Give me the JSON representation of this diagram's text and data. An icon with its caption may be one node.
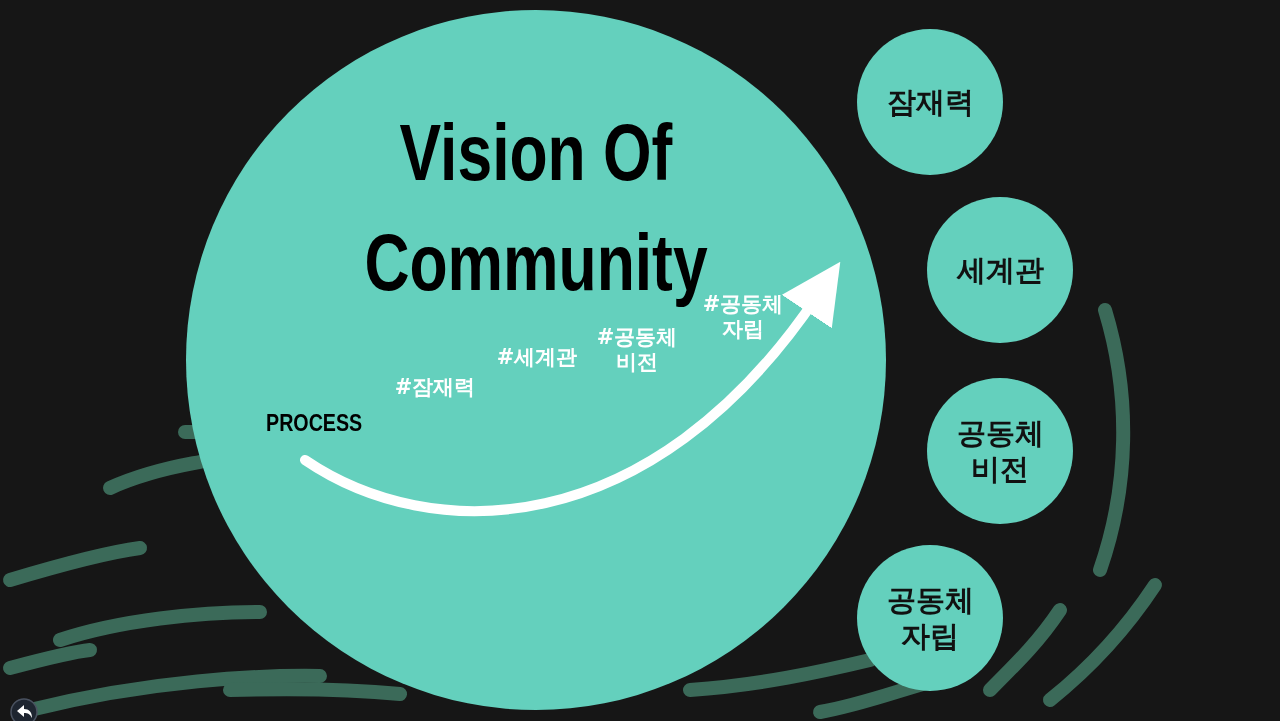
{
  "diagram": {
    "nodes": [
      {
        "text": [
          "Vision Of Community"
        ]
      },
      {
        "text": [
          "잠재력"
        ]
      },
      {
        "text": [
          "세계관"
        ]
      },
      {
        "text": [
          "공동체 비전"
        ]
      },
      {
        "text": [
          "공동체 자립"
        ]
      }
    ],
    "labels": [
      "PROCESS",
      "#잠재력",
      "#세계관",
      "#공동체 비전",
      "#공동체 자립"
    ]
  }
}
